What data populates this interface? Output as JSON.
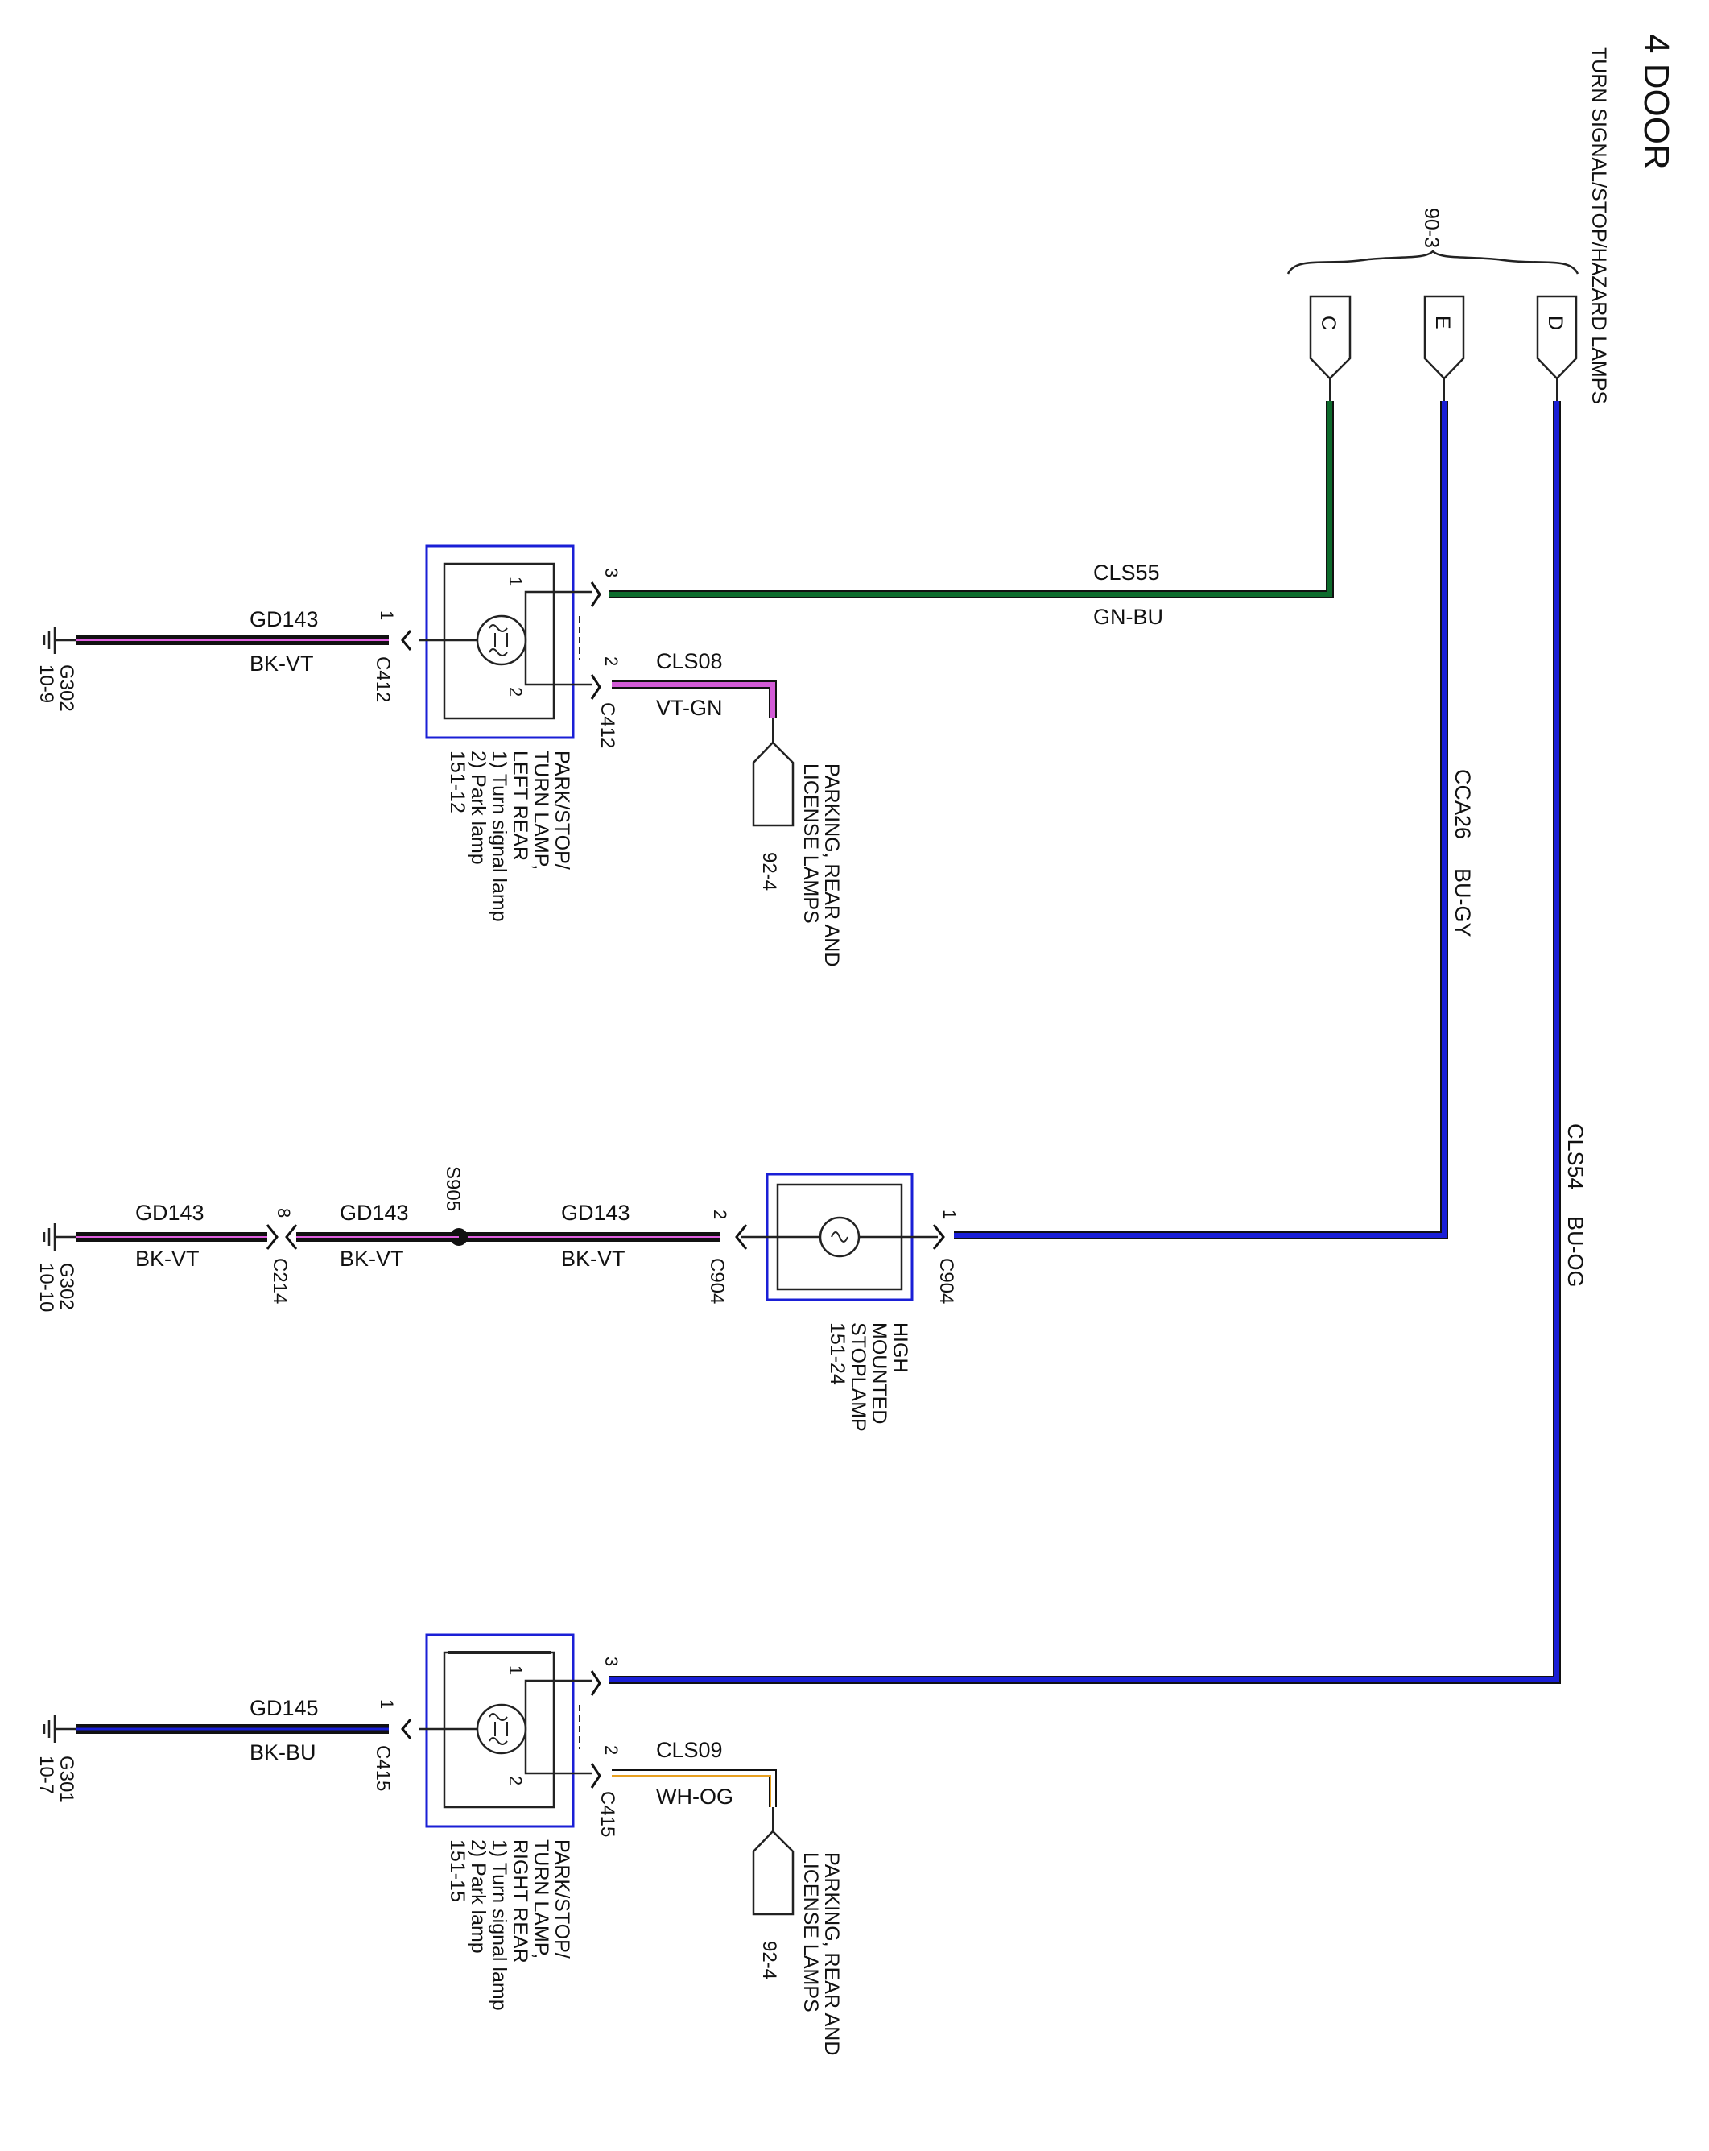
{
  "header": {
    "title": "4 DOOR",
    "subtitle": "TURN SIGNAL/STOP/HAZARD LAMPS"
  },
  "source": {
    "ref": "90-3",
    "pins": [
      "C",
      "E",
      "D"
    ]
  },
  "wires": {
    "cls55": {
      "circuit": "CLS55",
      "color_code": "GN-BU",
      "color": "#0d6b2c"
    },
    "cca26": {
      "circuit": "CCA26",
      "color_code": "BU-GY",
      "color": "#1a1fd6"
    },
    "cls54": {
      "circuit": "CLS54",
      "color_code": "BU-OG",
      "color": "#1a1fd6"
    },
    "cls08": {
      "circuit": "CLS08",
      "color_code": "VT-GN",
      "color": "#d25bd6"
    },
    "cls09": {
      "circuit": "CLS09",
      "color_code": "WH-OG",
      "color": "#e8a020"
    },
    "gd143_left": {
      "circuit": "GD143",
      "color_code": "BK-VT"
    },
    "gd143_s1": {
      "circuit": "GD143",
      "color_code": "BK-VT"
    },
    "gd143_s2": {
      "circuit": "GD143",
      "color_code": "BK-VT"
    },
    "gd143_s3": {
      "circuit": "GD143",
      "color_code": "BK-VT"
    },
    "gd145": {
      "circuit": "GD145",
      "color_code": "BK-BU"
    }
  },
  "lamps": {
    "left": {
      "name": [
        "PARK/STOP/",
        "TURN LAMP,",
        "LEFT REAR"
      ],
      "notes": [
        "1) Turn signal lamp",
        "2) Park lamp"
      ],
      "ref": "151-12",
      "connector": "C412",
      "pin_ground": "1",
      "pin_feed": "3",
      "pin_park": "2",
      "inner_pin1": "1",
      "inner_pin2": "2"
    },
    "center": {
      "name": [
        "HIGH",
        "MOUNTED",
        "STOPLAMP"
      ],
      "ref": "151-24",
      "connector": "C904",
      "pin_feed": "1",
      "pin_ground": "2"
    },
    "right": {
      "name": [
        "PARK/STOP/",
        "TURN LAMP,",
        "RIGHT REAR"
      ],
      "notes": [
        "1) Turn signal lamp",
        "2) Park lamp"
      ],
      "ref": "151-15",
      "connector": "C415",
      "pin_ground": "1",
      "pin_feed": "3",
      "pin_park": "2",
      "inner_pin1": "1",
      "inner_pin2": "2"
    }
  },
  "destinations": {
    "left": {
      "name": [
        "PARKING, REAR AND",
        "LICENSE LAMPS"
      ],
      "ref": "92-4"
    },
    "right": {
      "name": [
        "PARKING, REAR AND",
        "LICENSE LAMPS"
      ],
      "ref": "92-4"
    }
  },
  "splice": {
    "name": "S905"
  },
  "inline_connector": {
    "name": "C214",
    "pin": "8"
  },
  "grounds": {
    "g1": {
      "name": "G302",
      "ref": "10-9"
    },
    "g2": {
      "name": "G302",
      "ref": "10-10"
    },
    "g3": {
      "name": "G301",
      "ref": "10-7"
    }
  }
}
